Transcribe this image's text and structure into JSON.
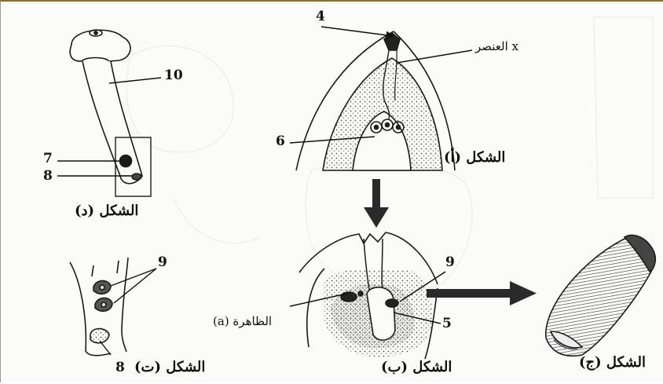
{
  "captions": {
    "fig_a": "الشكل (أ)",
    "fig_b": "الشكل (ب)",
    "fig_c": "الشكل (ج)",
    "fig_d": "الشكل (د)",
    "fig_t": "الشكل (ت)"
  },
  "labels": {
    "n4": "4",
    "element_x": "العنصر x",
    "n6": "6",
    "n10": "10",
    "n7": "7",
    "n8_d": "8",
    "n9_t": "9",
    "n8_t": "8",
    "n9_b": "9",
    "phenomenon_a": "الظاهرة (a)",
    "n5": "5"
  },
  "colors": {
    "ink": "#1a1a1a",
    "stipple": "#555555",
    "frame_top": "#8a6b3a",
    "ghost": "#d8d8d8"
  }
}
